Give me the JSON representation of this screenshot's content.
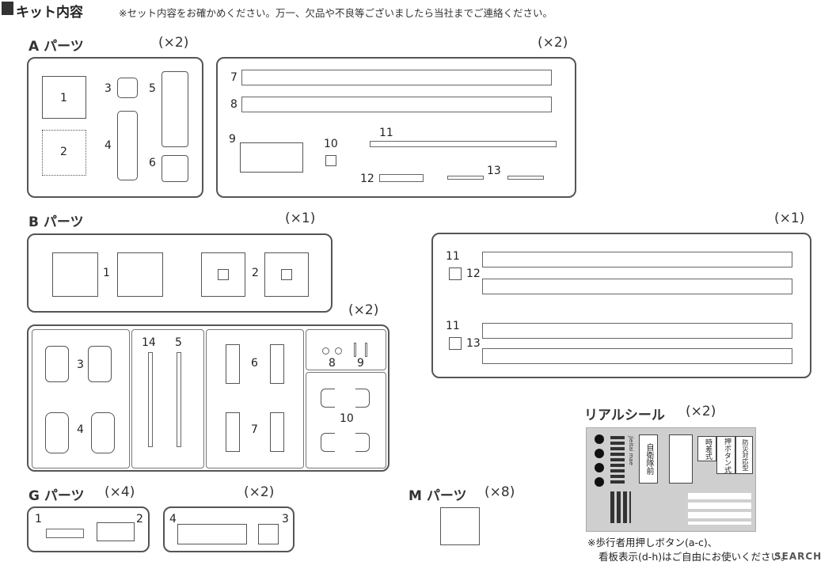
{
  "header": {
    "title": "キット内容",
    "note": "※セット内容をお確かめください。万一、欠品や不良等ございましたら当社までご連絡ください。"
  },
  "sections": {
    "a": {
      "label": "A パーツ",
      "mult_left": "(×2)",
      "mult_right": "(×2)"
    },
    "b": {
      "label": "B パーツ",
      "mult_top": "(×1)",
      "mult_right": "(×1)",
      "mult_lower": "(×2)"
    },
    "g": {
      "label": "G パーツ",
      "mult": "(×4)",
      "mult2": "(×2)"
    },
    "m": {
      "label": "M パーツ",
      "mult": "(×8)"
    },
    "decal": {
      "label": "リアルシール",
      "mult": "(×2)"
    }
  },
  "parts": {
    "a": [
      "1",
      "2",
      "3",
      "4",
      "5",
      "6",
      "7",
      "8",
      "9",
      "10",
      "11",
      "12",
      "13"
    ],
    "b_top": [
      "1",
      "2"
    ],
    "b_right": [
      "11",
      "12",
      "11",
      "13"
    ],
    "b_lower": [
      "3",
      "4",
      "14",
      "5",
      "6",
      "7",
      "8",
      "9",
      "10"
    ],
    "g1": [
      "1",
      "2"
    ],
    "g2": [
      "4",
      "3"
    ]
  },
  "decal_text": {
    "sign1": "自衛隊前",
    "sign1_roman": "Jieitai mae",
    "sign2": "時差式",
    "sign3": "押ボタン式",
    "sign4": "防災対応型"
  },
  "footer": {
    "line1": "※歩行者用押しボタン(a-c)、",
    "line2": "看板表示(d-h)はご自由にお使いください。",
    "watermark": "SEARCH"
  }
}
